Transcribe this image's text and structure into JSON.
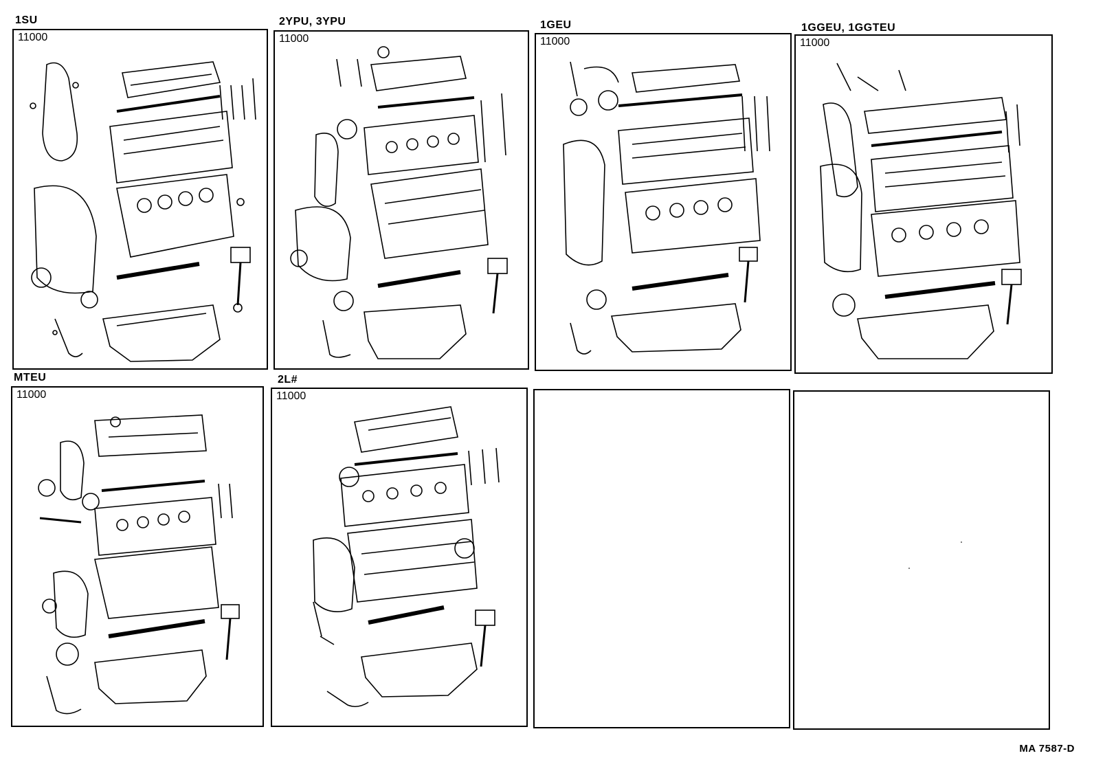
{
  "panels": [
    {
      "title": "1SU",
      "part_number": "11000",
      "illustration": "exploded-engine-1su"
    },
    {
      "title": "2YPU, 3YPU",
      "part_number": "11000",
      "illustration": "exploded-engine-2ypu-3ypu"
    },
    {
      "title": "1GEU",
      "part_number": "11000",
      "illustration": "exploded-engine-1geu"
    },
    {
      "title": "1GGEU, 1GGTEU",
      "part_number": "11000",
      "illustration": "exploded-engine-1ggeu-1ggteu"
    },
    {
      "title": "MTEU",
      "part_number": "11000",
      "illustration": "exploded-engine-mteu"
    },
    {
      "title": "2L#",
      "part_number": "11000",
      "illustration": "exploded-engine-2l"
    },
    {
      "title": "",
      "part_number": "",
      "illustration": ""
    },
    {
      "title": "",
      "part_number": "",
      "illustration": ""
    }
  ],
  "footer": {
    "document_code": "MA  7587-D"
  }
}
